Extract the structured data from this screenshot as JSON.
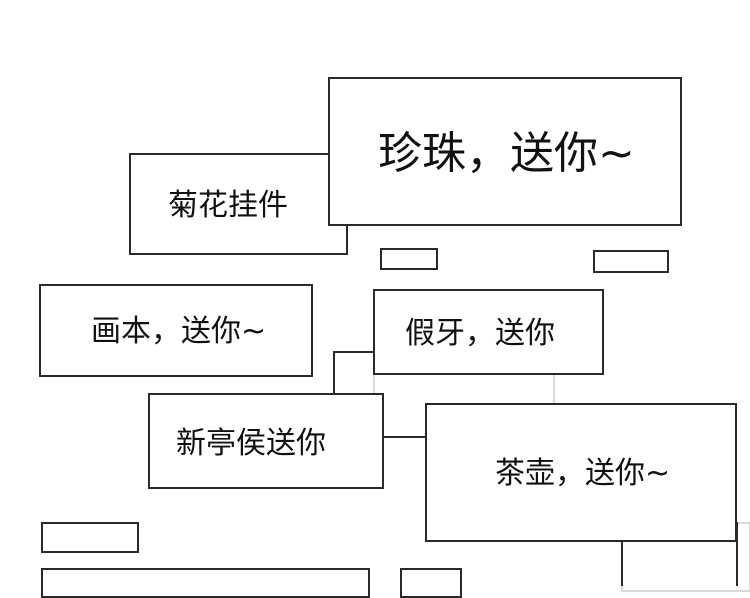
{
  "bubbles": {
    "juhua": "菊花挂件",
    "zhenzhu": "珍珠，送你~",
    "huaben": "画本，送你~",
    "jiaya": "假牙，送你",
    "xintinghou": "新亭侯送你",
    "chahu": "茶壶，送你~"
  },
  "colors": {
    "border": "#2a2a2a",
    "ghost_border": "#d9d9d9",
    "background": "#ffffff",
    "text": "#111111"
  }
}
